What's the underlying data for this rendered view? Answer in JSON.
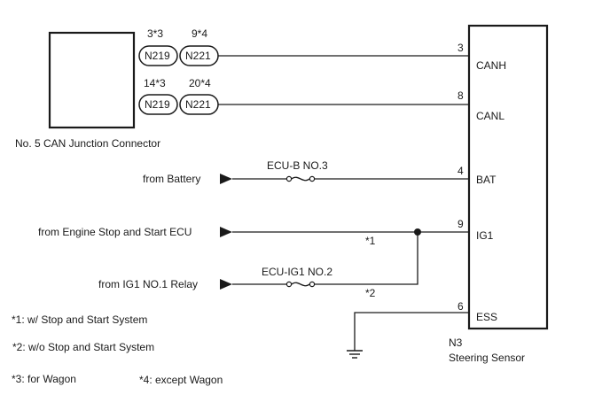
{
  "junction": {
    "caption": "No. 5 CAN Junction Connector",
    "connectors": [
      {
        "pin_label": "3*3",
        "name": "N219"
      },
      {
        "pin_label": "9*4",
        "name": "N221"
      },
      {
        "pin_label": "14*3",
        "name": "N219"
      },
      {
        "pin_label": "20*4",
        "name": "N221"
      }
    ]
  },
  "sensor": {
    "code": "N3",
    "name": "Steering Sensor",
    "pins": [
      {
        "num": "3",
        "label": "CANH"
      },
      {
        "num": "8",
        "label": "CANL"
      },
      {
        "num": "4",
        "label": "BAT"
      },
      {
        "num": "9",
        "label": "IG1"
      },
      {
        "num": "6",
        "label": "ESS"
      }
    ]
  },
  "sources": {
    "battery": "from Battery",
    "engine_ecu": "from Engine Stop and Start ECU",
    "ig1_relay": "from IG1 NO.1 Relay"
  },
  "fuses": {
    "ecub": "ECU-B NO.3",
    "ecuig1": "ECU-IG1 NO.2"
  },
  "wire_notes": {
    "w1": "*1",
    "w2": "*2"
  },
  "footnotes": {
    "n1": "*1: w/ Stop and Start System",
    "n2": "*2: w/o Stop and Start System",
    "n3": "*3: for Wagon",
    "n4": "*4: except Wagon"
  }
}
